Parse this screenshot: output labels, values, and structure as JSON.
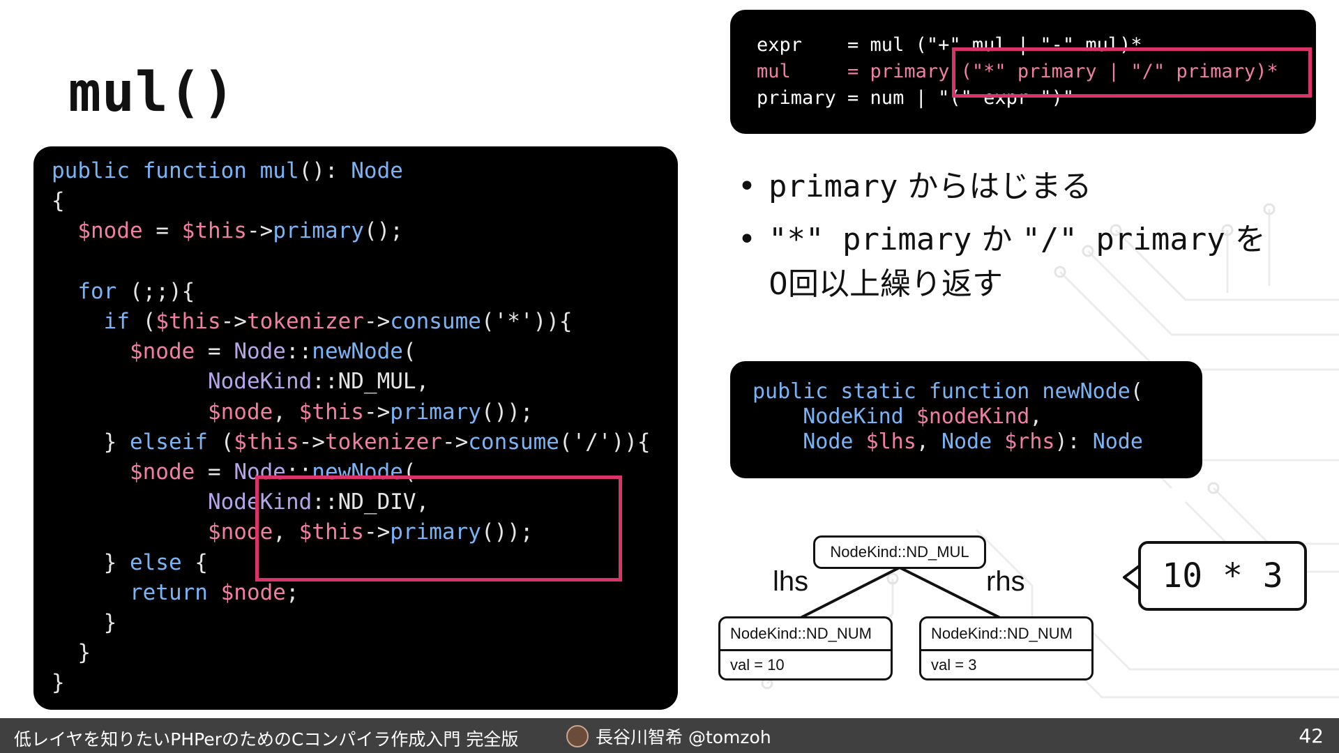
{
  "slide": {
    "title": "mul()"
  },
  "code": {
    "lines": [
      [
        {
          "t": "public function mul",
          "c": "kw"
        },
        {
          "t": "(): ",
          "c": ""
        },
        {
          "t": "Node",
          "c": "kw"
        }
      ],
      [
        {
          "t": "{",
          "c": ""
        }
      ],
      [
        {
          "t": "  ",
          "c": ""
        },
        {
          "t": "$node",
          "c": "var"
        },
        {
          "t": " = ",
          "c": ""
        },
        {
          "t": "$this",
          "c": "var"
        },
        {
          "t": "->",
          "c": ""
        },
        {
          "t": "primary",
          "c": "kw"
        },
        {
          "t": "();",
          "c": ""
        }
      ],
      [
        {
          "t": "",
          "c": ""
        }
      ],
      [
        {
          "t": "  ",
          "c": ""
        },
        {
          "t": "for",
          "c": "kw"
        },
        {
          "t": " (;;){",
          "c": ""
        }
      ],
      [
        {
          "t": "    ",
          "c": ""
        },
        {
          "t": "if",
          "c": "kw"
        },
        {
          "t": " (",
          "c": ""
        },
        {
          "t": "$this",
          "c": "var"
        },
        {
          "t": "->",
          "c": ""
        },
        {
          "t": "tokenizer",
          "c": "var"
        },
        {
          "t": "->",
          "c": ""
        },
        {
          "t": "consume",
          "c": "kw"
        },
        {
          "t": "('*')){",
          "c": ""
        }
      ],
      [
        {
          "t": "      ",
          "c": ""
        },
        {
          "t": "$node",
          "c": "var"
        },
        {
          "t": " = ",
          "c": ""
        },
        {
          "t": "Node",
          "c": "cls"
        },
        {
          "t": "::",
          "c": ""
        },
        {
          "t": "newNode",
          "c": "kw"
        },
        {
          "t": "(",
          "c": ""
        }
      ],
      [
        {
          "t": "            ",
          "c": ""
        },
        {
          "t": "NodeKind",
          "c": "cls"
        },
        {
          "t": "::ND_MUL,",
          "c": ""
        }
      ],
      [
        {
          "t": "            ",
          "c": ""
        },
        {
          "t": "$node",
          "c": "var"
        },
        {
          "t": ", ",
          "c": ""
        },
        {
          "t": "$this",
          "c": "var"
        },
        {
          "t": "->",
          "c": ""
        },
        {
          "t": "primary",
          "c": "kw"
        },
        {
          "t": "());",
          "c": ""
        }
      ],
      [
        {
          "t": "    } ",
          "c": ""
        },
        {
          "t": "elseif",
          "c": "kw"
        },
        {
          "t": " (",
          "c": ""
        },
        {
          "t": "$this",
          "c": "var"
        },
        {
          "t": "->",
          "c": ""
        },
        {
          "t": "tokenizer",
          "c": "var"
        },
        {
          "t": "->",
          "c": ""
        },
        {
          "t": "consume",
          "c": "kw"
        },
        {
          "t": "('/')){",
          "c": ""
        }
      ],
      [
        {
          "t": "      ",
          "c": ""
        },
        {
          "t": "$node",
          "c": "var"
        },
        {
          "t": " = ",
          "c": ""
        },
        {
          "t": "Node",
          "c": "cls"
        },
        {
          "t": "::",
          "c": ""
        },
        {
          "t": "newNode",
          "c": "kw"
        },
        {
          "t": "(",
          "c": ""
        }
      ],
      [
        {
          "t": "            ",
          "c": ""
        },
        {
          "t": "NodeKind",
          "c": "cls"
        },
        {
          "t": "::ND_DIV,",
          "c": ""
        }
      ],
      [
        {
          "t": "            ",
          "c": ""
        },
        {
          "t": "$node",
          "c": "var"
        },
        {
          "t": ", ",
          "c": ""
        },
        {
          "t": "$this",
          "c": "var"
        },
        {
          "t": "->",
          "c": ""
        },
        {
          "t": "primary",
          "c": "kw"
        },
        {
          "t": "());",
          "c": ""
        }
      ],
      [
        {
          "t": "    } ",
          "c": ""
        },
        {
          "t": "else",
          "c": "kw"
        },
        {
          "t": " {",
          "c": ""
        }
      ],
      [
        {
          "t": "      ",
          "c": ""
        },
        {
          "t": "return",
          "c": "kw"
        },
        {
          "t": " ",
          "c": ""
        },
        {
          "t": "$node",
          "c": "var"
        },
        {
          "t": ";",
          "c": ""
        }
      ],
      [
        {
          "t": "    }",
          "c": ""
        }
      ],
      [
        {
          "t": "  }",
          "c": ""
        }
      ],
      [
        {
          "t": "}",
          "c": ""
        }
      ]
    ]
  },
  "grammar": {
    "lines": [
      [
        {
          "t": "expr    = mul (\"+\" mul | \"-\" mul)*",
          "c": ""
        }
      ],
      [
        {
          "t": "mul     = primary (\"*\" primary | \"/\" primary)*",
          "c": "g-pink"
        }
      ],
      [
        {
          "t": "primary = num | \"(\" expr \")\"",
          "c": ""
        }
      ]
    ]
  },
  "bullets": {
    "b1_code": "primary",
    "b1_text": " からはじまる",
    "b2_q1": "\"*\" primary",
    "b2_ka": " か ",
    "b2_q2": "\"/\" primary",
    "b2_wo": " を",
    "b2_line2": "0回以上繰り返す"
  },
  "signature": {
    "lines": [
      [
        {
          "t": "public static function newNode",
          "c": "kw"
        },
        {
          "t": "(",
          "c": ""
        }
      ],
      [
        {
          "t": "    ",
          "c": ""
        },
        {
          "t": "NodeKind",
          "c": "kw"
        },
        {
          "t": " ",
          "c": ""
        },
        {
          "t": "$nodeKind",
          "c": "var"
        },
        {
          "t": ",",
          "c": ""
        }
      ],
      [
        {
          "t": "    ",
          "c": ""
        },
        {
          "t": "Node",
          "c": "kw"
        },
        {
          "t": " ",
          "c": ""
        },
        {
          "t": "$lhs",
          "c": "var"
        },
        {
          "t": ", ",
          "c": ""
        },
        {
          "t": "Node",
          "c": "kw"
        },
        {
          "t": " ",
          "c": ""
        },
        {
          "t": "$rhs",
          "c": "var"
        },
        {
          "t": "): ",
          "c": ""
        },
        {
          "t": "Node",
          "c": "kw"
        }
      ]
    ]
  },
  "tree": {
    "root": "NodeKind::ND_MUL",
    "lhs_label": "lhs",
    "rhs_label": "rhs",
    "left": {
      "kind": "NodeKind::ND_NUM",
      "val": "val = 10"
    },
    "right": {
      "kind": "NodeKind::ND_NUM",
      "val": "val = 3"
    }
  },
  "bubble": "10 * 3",
  "footer": {
    "title": "低レイヤを知りたいPHPerのためのCコンパイラ作成入門 完全版",
    "author": "長谷川智希 @tomzoh",
    "page": "42"
  },
  "colors": {
    "highlight": "#d8336b",
    "keyword": "#7bb4f5",
    "variable": "#f07fa8",
    "class": "#b7a5ea"
  }
}
